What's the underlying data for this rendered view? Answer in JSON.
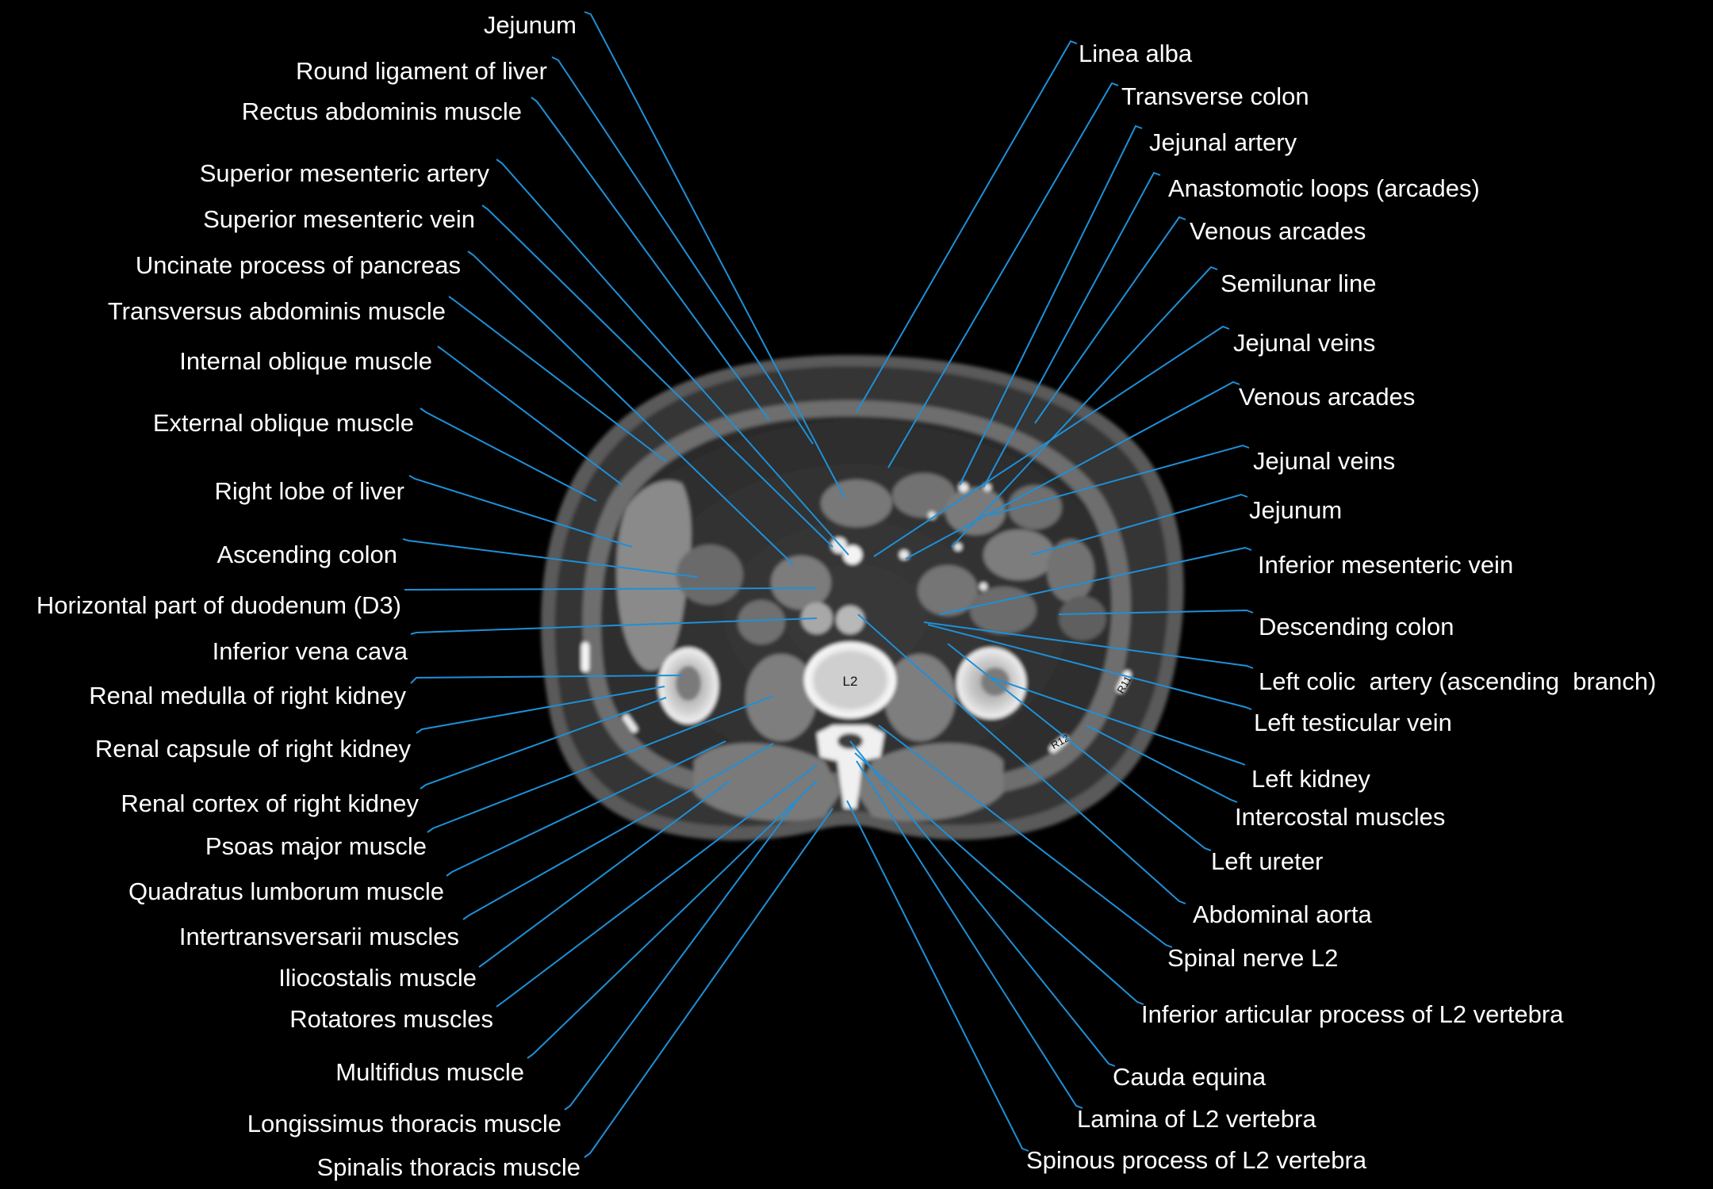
{
  "image": {
    "vertebra_label": "L2",
    "rib_labels": [
      "R11",
      "R12"
    ],
    "leader_color": "#1e90d8",
    "text_color": "#ffffff",
    "background": "#000000"
  },
  "labels_left": [
    "Jejunum",
    "Round ligament of liver",
    "Rectus abdominis muscle",
    "Superior mesenteric artery",
    "Superior mesenteric vein",
    "Uncinate process of pancreas",
    "Transversus abdominis muscle",
    "Internal oblique muscle",
    "External oblique muscle",
    "Right lobe of liver",
    "Ascending colon",
    "Horizontal part of duodenum (D3)",
    "Inferior vena cava",
    "Renal medulla of right kidney",
    "Renal capsule of right kidney",
    "Renal cortex of right kidney",
    "Psoas major muscle",
    "Quadratus lumborum muscle",
    "Intertransversarii muscles",
    "Iliocostalis muscle",
    "Rotatores muscles",
    "Multifidus muscle",
    "Longissimus thoracis muscle",
    "Spinalis thoracis muscle"
  ],
  "labels_right": [
    "Linea alba",
    "Transverse colon",
    "Jejunal artery",
    "Anastomotic loops (arcades)",
    "Venous arcades",
    "Semilunar line",
    "Jejunal veins",
    "Venous arcades",
    "Jejunal veins",
    "Jejunum",
    "Inferior mesenteric vein",
    "Descending colon",
    "Left colic  artery (ascending  branch)",
    "Left testicular vein",
    "Left kidney",
    "Intercostal muscles",
    "Left ureter",
    "Abdominal aorta",
    "Spinal nerve L2",
    "Inferior articular process of L2 vertebra",
    "Cauda equina",
    "Lamina of L2 vertebra",
    "Spinous process of L2 vertebra"
  ]
}
